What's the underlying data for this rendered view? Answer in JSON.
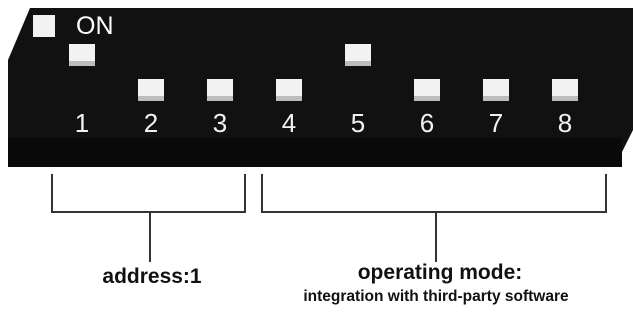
{
  "switch": {
    "on_label": "ON",
    "positions": [
      {
        "number": "1",
        "state": "on"
      },
      {
        "number": "2",
        "state": "off"
      },
      {
        "number": "3",
        "state": "off"
      },
      {
        "number": "4",
        "state": "off"
      },
      {
        "number": "5",
        "state": "on"
      },
      {
        "number": "6",
        "state": "off"
      },
      {
        "number": "7",
        "state": "off"
      },
      {
        "number": "8",
        "state": "off"
      }
    ]
  },
  "groups": {
    "address": {
      "label": "address:1",
      "switches": [
        1,
        3
      ]
    },
    "mode": {
      "label": "operating mode:",
      "sublabel": "integration with third-party software",
      "switches": [
        4,
        8
      ]
    }
  },
  "colors": {
    "body": "#111111",
    "toggle": "#f2f2f2",
    "text": "#111111",
    "bracket": "#333333"
  }
}
